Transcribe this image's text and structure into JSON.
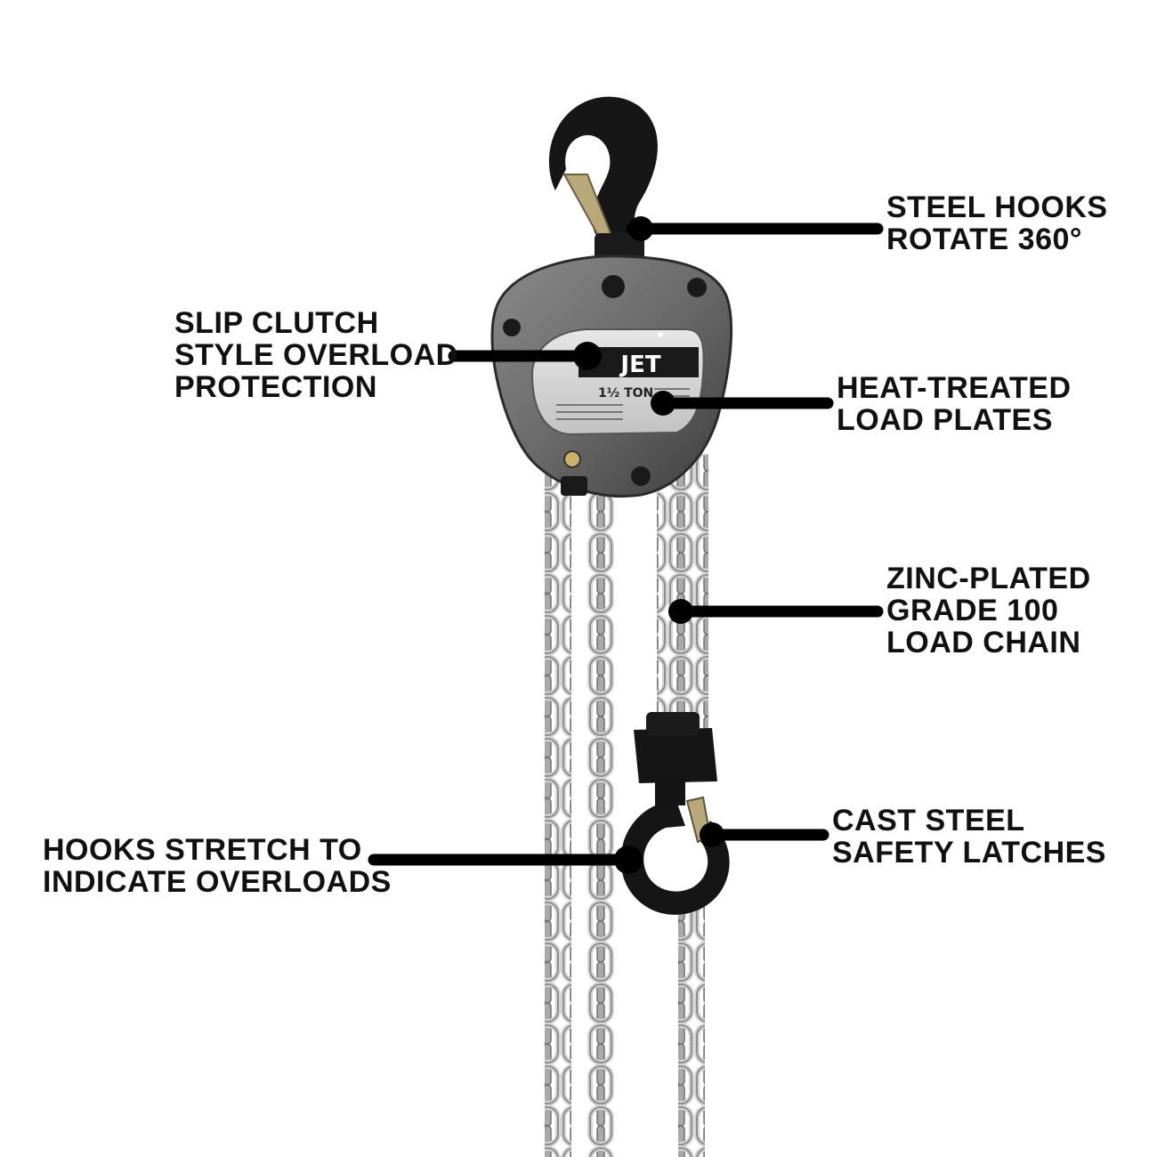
{
  "nameplate": {
    "brand": "JET",
    "capacity": "1½ TON"
  },
  "callouts": {
    "steel_hooks": [
      "STEEL HOOKS",
      "ROTATE 360°"
    ],
    "slip_clutch": [
      "SLIP CLUTCH",
      "STYLE OVERLOAD",
      "PROTECTION"
    ],
    "load_plates": [
      "HEAT-TREATED",
      "LOAD PLATES"
    ],
    "load_chain": [
      "ZINC-PLATED",
      "GRADE 100",
      "LOAD CHAIN"
    ],
    "safety_latches": [
      "CAST STEEL",
      "SAFETY LATCHES"
    ],
    "hooks_stretch": [
      "HOOKS STRETCH TO",
      "INDICATE OVERLOADS"
    ]
  },
  "colors": {
    "hoist_body": "#6a6a6a",
    "hook_black": "#161616",
    "chain_silver": "#bdbdbd",
    "leader_line": "#000000",
    "background": "#ffffff"
  }
}
